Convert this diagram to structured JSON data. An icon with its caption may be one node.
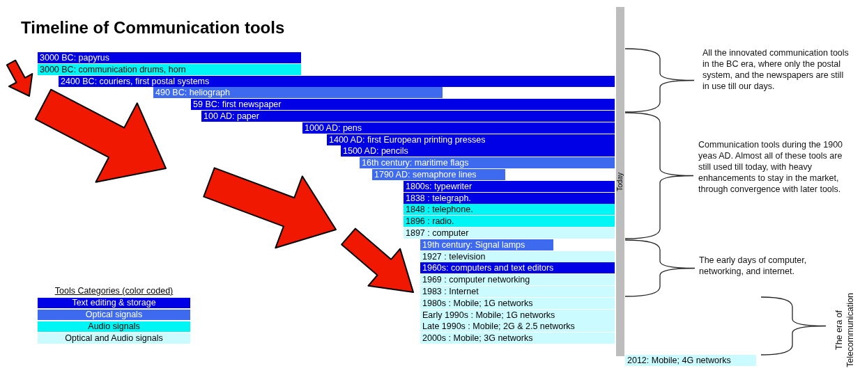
{
  "diagram": {
    "title": "Timeline of Communication tools",
    "nodes": [
      {
        "text": [
          "3000 BC: papyrus"
        ]
      },
      {
        "text": [
          "3000 BC: communication drums, horn"
        ]
      },
      {
        "text": [
          "2400 BC: couriers, first postal systems"
        ]
      },
      {
        "text": [
          "490 BC: heliograph"
        ]
      },
      {
        "text": [
          "59 BC: first newspaper"
        ]
      },
      {
        "text": [
          "100 AD: paper"
        ]
      },
      {
        "text": [
          "1000 AD: pens"
        ]
      },
      {
        "text": [
          "1400 AD: first European printing presses"
        ]
      },
      {
        "text": [
          "1500 AD: pencils"
        ]
      },
      {
        "text": [
          "16th century: maritime flags"
        ]
      },
      {
        "text": [
          "1790 AD: semaphore lines"
        ]
      },
      {
        "text": [
          "1800s: typewriter"
        ]
      },
      {
        "text": [
          "1838 : telegraph."
        ]
      },
      {
        "text": [
          "1848 : telephone."
        ]
      },
      {
        "text": [
          "1896 : radio."
        ]
      },
      {
        "text": [
          "1897 : computer"
        ]
      },
      {
        "text": [
          "19th century: Signal lamps"
        ]
      },
      {
        "text": [
          "1927 : television"
        ]
      },
      {
        "text": [
          "1960s: computers and text editors"
        ]
      },
      {
        "text": [
          "1969 : computer networking"
        ]
      },
      {
        "text": [
          "1983 : Internet"
        ]
      },
      {
        "text": [
          "1980s : Mobile; 1G networks"
        ]
      },
      {
        "text": [
          "Early 1990s : Mobile; 1G networks"
        ]
      },
      {
        "text": [
          "Late 1990s : Mobile; 2G & 2.5 networks"
        ]
      },
      {
        "text": [
          "2000s : Mobile; 3G networks"
        ]
      },
      {
        "text": [
          "2012: Mobile; 4G networks"
        ]
      },
      {
        "text": [
          "Today"
        ]
      }
    ],
    "labels": [
      "All the innovated communication tools in the BC era, where only the postal system, and the newspapers are still in use till our days.",
      "Communication tools during the 1900 yeas AD. Almost all of these tools are still used till today, with heavy enhancements to stay in the market, through convergence with later tools.",
      "The early days of computer, networking, and internet.",
      "Tools Categories (color coded)",
      "The era of Telecommunication"
    ],
    "legend": [
      {
        "text": "Text editing & storage",
        "color": "#0000e6"
      },
      {
        "text": "Optical signals",
        "color": "#3e6af0"
      },
      {
        "text": "Audio signals",
        "color": "#00f5f5"
      },
      {
        "text": "Optical and Audio signals",
        "color": "#ccfbff"
      }
    ]
  }
}
